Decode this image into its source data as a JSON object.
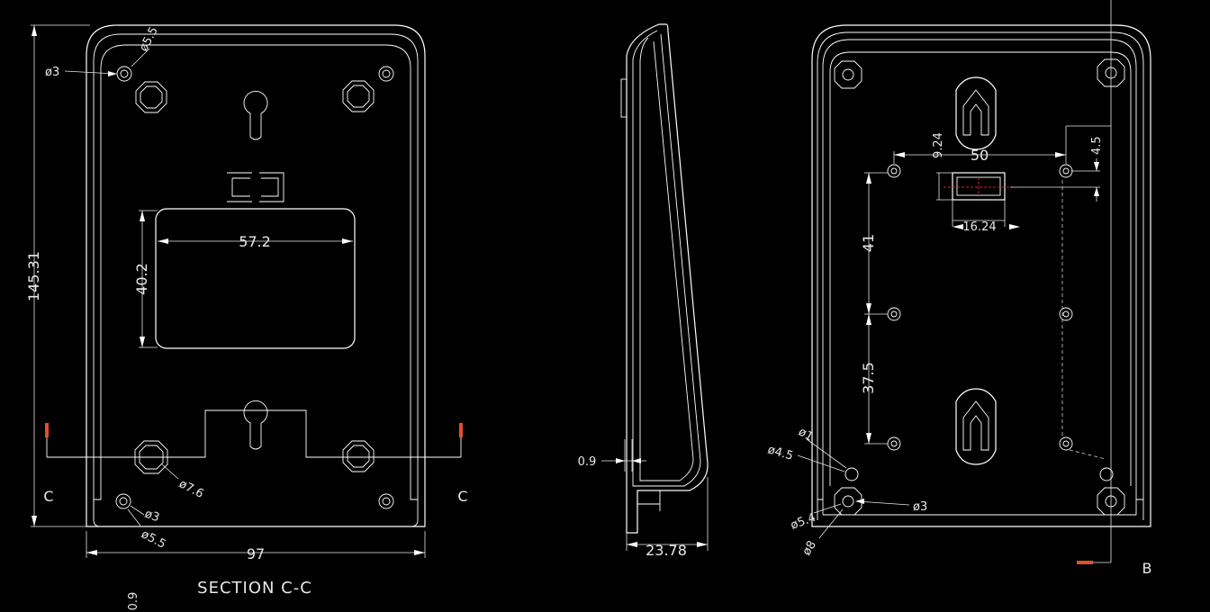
{
  "front_view": {
    "dims": {
      "height": "145.31",
      "width": "97",
      "window_width": "57.2",
      "window_height": "40.2",
      "hole_top": "ø3",
      "hole_top_cb": "ø5.5",
      "boss": "ø7.6",
      "hole_bottom": "ø3",
      "hole_bottom_cb": "ø5.5",
      "bottom_stray": "0.9"
    },
    "section_marker_left": "C",
    "section_marker_right": "C",
    "section_title": "SECTION C-C"
  },
  "side_view": {
    "dims": {
      "wall": "0.9",
      "depth": "23.78"
    }
  },
  "back_view": {
    "dims": {
      "spacing_h": "50",
      "slot_offset": "9.24",
      "slot_v": "4.5",
      "slot_width": "16.24",
      "spacing_v1": "41",
      "spacing_v2": "37.5",
      "hole_45": "ø4.5",
      "hole_1": "ø1",
      "hole_54": "ø5.4",
      "hole_8": "ø8",
      "hole_3": "ø3"
    },
    "view_marker": "B"
  },
  "colors": {
    "background": "#000000",
    "line": "#ffffff",
    "marker": "#e0502a"
  }
}
